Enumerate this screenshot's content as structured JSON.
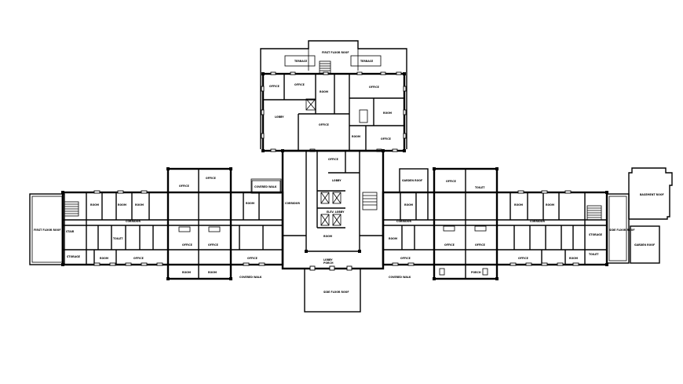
{
  "drawing": {
    "type": "architectural floor plan",
    "background": "#ffffff",
    "line_color": "#000000"
  },
  "labels": {
    "north_roof": "FIRST FLOOR ROOF",
    "south_roof": "SIDE FLOOR ROOF",
    "west_roof": "FIRST FLOOR ROOF",
    "east_roof": "SIDE FLOOR ROOF",
    "east_annex_top": "BASEMENT ROOF",
    "east_annex_bottom": "GARDEN ROOF",
    "court_left": "GARDEN ROOF",
    "court_right": "GARDEN ROOF",
    "corridor_west": "CORRIDOR",
    "corridor_east": "CORRIDOR",
    "lobby": "LOBBY",
    "elevator_lobby": "ELEV. LOBBY",
    "stair": "STAIR",
    "office": "OFFICE",
    "room": "ROOM",
    "toilet": "TOILET",
    "storage": "STORAGE",
    "porch": "PORCH",
    "terrace": "TERRACE",
    "covered_walk": "COVERED WALK"
  }
}
